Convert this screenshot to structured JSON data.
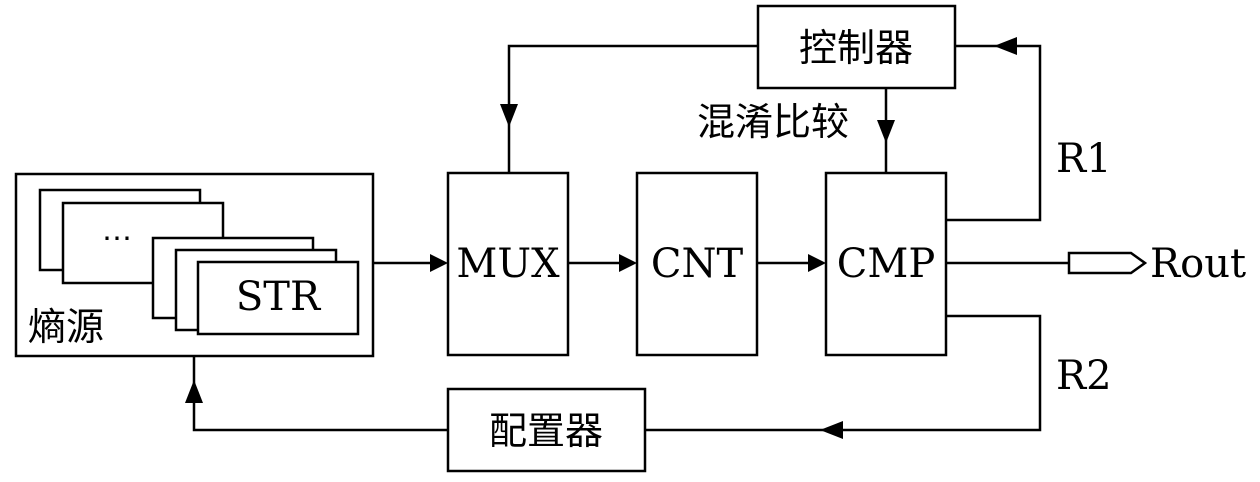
{
  "blocks": {
    "entropy_source": "熵源",
    "ellipsis": "⋯",
    "str": "STR",
    "mux": "MUX",
    "cnt": "CNT",
    "cmp": "CMP",
    "controller": "控制器",
    "configurator": "配置器"
  },
  "labels": {
    "obfuscated_compare": "混淆比较",
    "r1": "R1",
    "r2": "R2",
    "rout": "Rout"
  }
}
